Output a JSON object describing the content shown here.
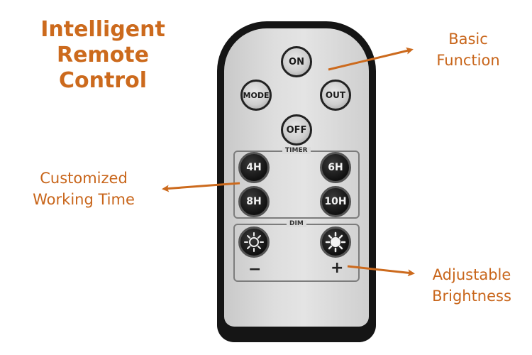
{
  "title": {
    "line1": "Intelligent",
    "line2": "Remote Control"
  },
  "callouts": {
    "basic": {
      "line1": "Basic",
      "line2": "Function"
    },
    "time": {
      "line1": "Customized",
      "line2": "Working Time"
    },
    "brightness": {
      "line1": "Adjustable",
      "line2": "Brightness"
    }
  },
  "remote": {
    "buttons": {
      "on": "ON",
      "mode": "MODE",
      "out": "OUT",
      "off": "OFF"
    },
    "timer": {
      "title": "TIMER",
      "t4": "4H",
      "t6": "6H",
      "t8": "8H",
      "t10": "10H"
    },
    "dim": {
      "title": "DIM",
      "minus": "−",
      "plus": "+"
    }
  },
  "colors": {
    "accent": "#cc6a1d",
    "remote_body": "#151515",
    "remote_face": "#dedede"
  },
  "icons": [
    "sun-outline-icon",
    "sun-filled-icon",
    "arrow-right-icon",
    "arrow-left-icon"
  ]
}
